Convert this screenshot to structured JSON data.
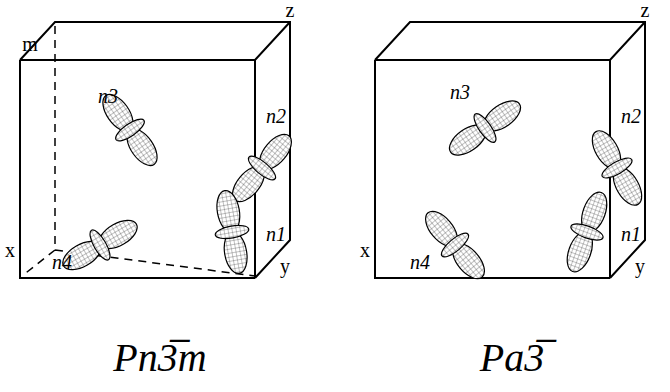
{
  "diagram": {
    "labels": [
      "m",
      "z",
      "n3",
      "n2",
      "x",
      "n4",
      "n1",
      "y",
      "Pn3̅m",
      "z",
      "n3",
      "n2",
      "x",
      "n4",
      "n1",
      "y",
      "Pa3̅"
    ]
  }
}
